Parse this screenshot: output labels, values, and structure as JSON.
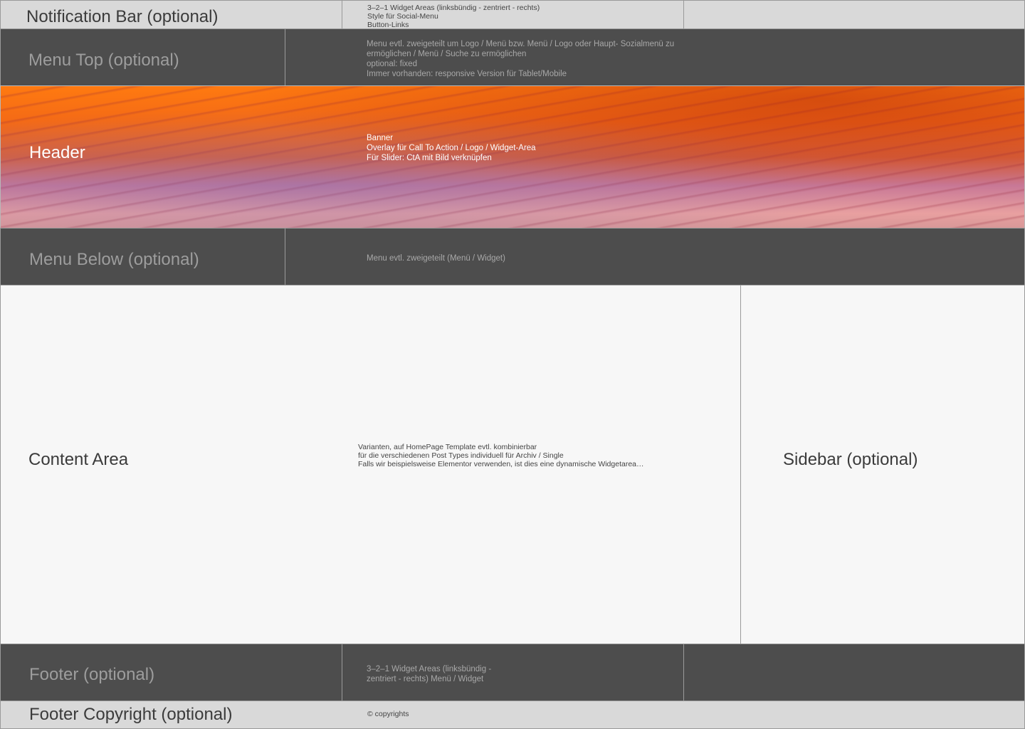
{
  "notification_bar": {
    "title": "Notification Bar (optional)",
    "note": "3–2–1 Widget Areas (linksbündig - zentriert - rechts)\nStyle für Social-Menu\nButton-Links"
  },
  "menu_top": {
    "title": "Menu Top (optional)",
    "note": "Menu evtl. zweigeteilt um Logo / Menü bzw. Menü / Logo oder Haupt- Sozialmenü zu\nermöglichen / Menü / Suche zu ermöglichen\noptional: fixed\nImmer vorhanden: responsive Version für Tablet/Mobile"
  },
  "header": {
    "title": "Header",
    "note": "Banner\nOverlay für Call To Action / Logo / Widget-Area\nFür Slider: CtA mit Bild verknüpfen"
  },
  "menu_below": {
    "title": "Menu Below (optional)",
    "note": "Menu evtl. zweigeteilt (Menü / Widget)"
  },
  "content_area": {
    "title": "Content Area",
    "note": "Varianten, auf HomePage Template evtl. kombinierbar\nfür die verschiedenen Post Types individuell für Archiv / Single\nFalls wir beispielsweise Elementor verwenden, ist dies eine dynamische Widgetarea…"
  },
  "sidebar": {
    "title": "Sidebar (optional)"
  },
  "footer": {
    "title": "Footer (optional)",
    "note": "3–2–1 Widget Areas (linksbündig -\nzentriert - rechts) Menü / Widget"
  },
  "footer_copyright": {
    "title": "Footer Copyright (optional)",
    "note": "© copyrights"
  },
  "colors": {
    "light_band": "#d9d9d9",
    "dark_band": "#4d4d4d",
    "content_background": "#f7f7f7",
    "header_orange": "#f46a16"
  }
}
